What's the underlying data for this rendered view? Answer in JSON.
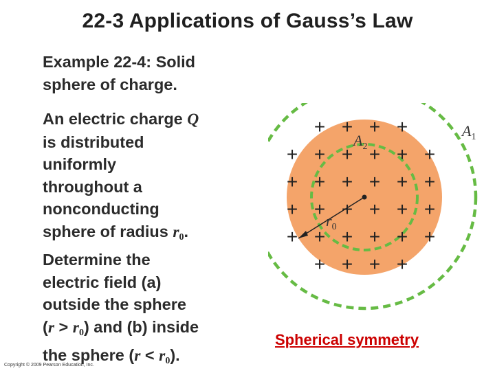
{
  "slide": {
    "title": "22-3 Applications of Gauss’s Law",
    "example_lines": [
      "Example 22-4: Solid",
      "sphere of charge."
    ],
    "problem": {
      "l1_text": "An electric charge ",
      "l1_sym": "Q",
      "l2": "is distributed",
      "l3": "uniformly",
      "l4": "throughout a",
      "l5": "nonconducting",
      "l6_text": "sphere of radius ",
      "l6_sym": "r",
      "l6_sub": "0",
      "l6_end": ".",
      "l7": "Determine the",
      "l8": "electric field (a)",
      "l9": "outside the sphere",
      "l10_a": "(",
      "l10_r": "r",
      "l10_gt": " > ",
      "l10_r0": "r",
      "l10_sub": "0",
      "l10_b": ") and (b) inside",
      "l11_a": "the sphere (",
      "l11_r": "r",
      "l11_lt": " < ",
      "l11_r0": "r",
      "l11_sub": "0",
      "l11_b": ")."
    },
    "caption": "Spherical symmetry",
    "copyright": "Copyright © 2009 Pearson Education, Inc."
  },
  "figure": {
    "outer_surface_label": "A",
    "outer_surface_sub": "1",
    "inner_surface_label": "A",
    "inner_surface_sub": "2",
    "radius_label": "r",
    "radius_sub": "0",
    "charge_symbol": "+",
    "colors": {
      "sphere_fill": "#f4a46a",
      "gaussian_surface": "#66bb44",
      "charge": "#222222",
      "caption": "#cc0000"
    }
  }
}
